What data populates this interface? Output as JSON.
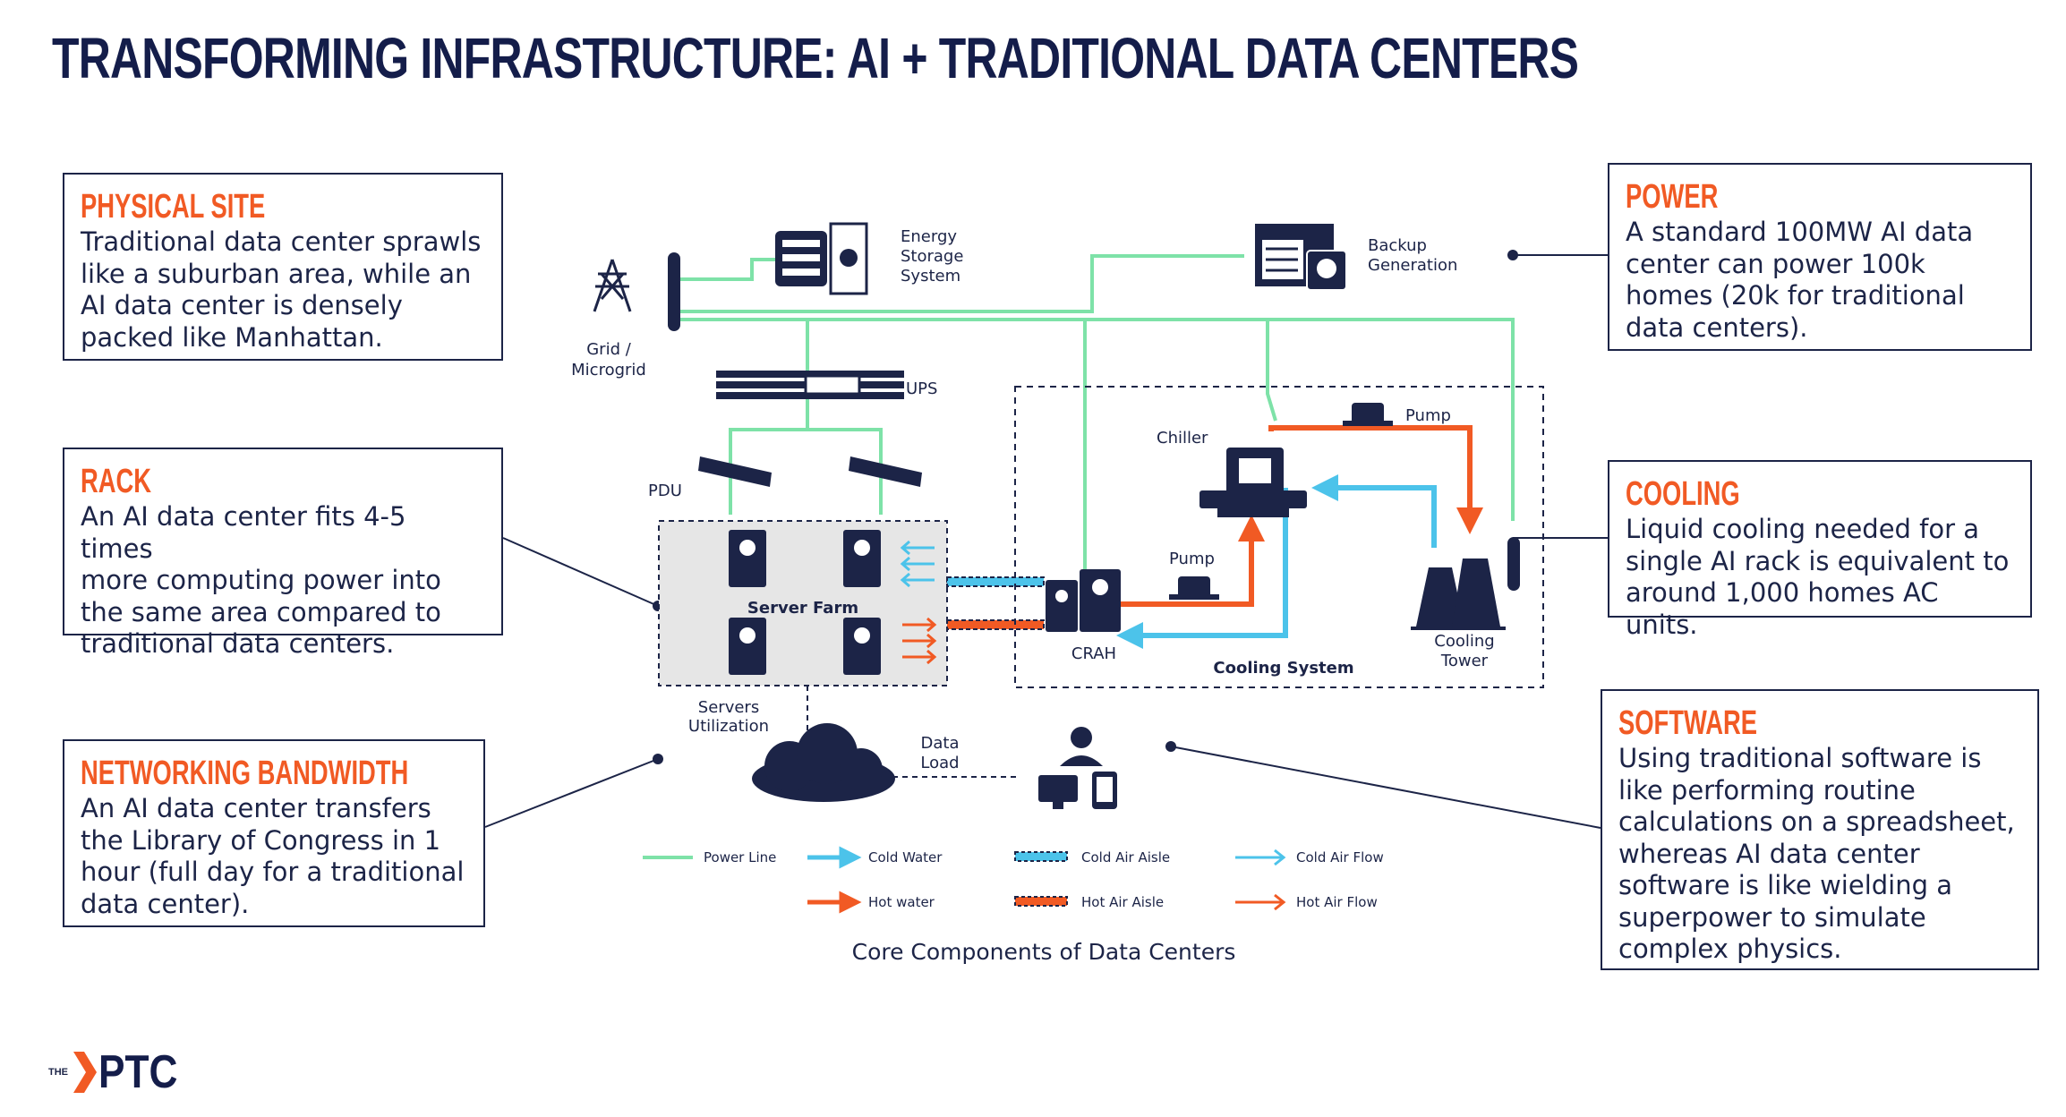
{
  "title": "TRANSFORMING INFRASTRUCTURE: AI + TRADITIONAL DATA CENTERS",
  "cards": {
    "physical": {
      "heading": "PHYSICAL SITE",
      "lines": [
        "Traditional data center sprawls",
        "like a suburban area, while an",
        "AI data center is densely",
        "packed like Manhattan."
      ]
    },
    "rack": {
      "heading": "RACK",
      "lines": [
        "An AI data center fits 4-5 times",
        "more computing power into",
        "the same area compared to",
        "traditional data centers."
      ]
    },
    "networking": {
      "heading": "NETWORKING BANDWIDTH",
      "lines": [
        "An AI data center transfers",
        "the Library of Congress in 1",
        "hour (full day for a traditional",
        "data center)."
      ]
    },
    "power": {
      "heading": "POWER",
      "lines": [
        "A standard 100MW AI data",
        "center can power 100k",
        "homes (20k for traditional",
        "data centers)."
      ]
    },
    "cooling": {
      "heading": "COOLING",
      "lines": [
        "Liquid cooling needed for a",
        "single AI rack is equivalent to",
        "around 1,000 homes AC units."
      ]
    },
    "software": {
      "heading": "SOFTWARE",
      "lines": [
        "Using traditional software is",
        "like performing routine",
        "calculations on a spreadsheet,",
        "whereas AI data center",
        "software is like wielding a",
        "superpower to simulate",
        "complex physics."
      ]
    }
  },
  "diagram": {
    "grid": [
      "Grid /",
      "Microgrid"
    ],
    "energy_storage": [
      "Energy",
      "Storage",
      "System"
    ],
    "backup": [
      "Backup",
      "Generation"
    ],
    "ups": "UPS",
    "pdu": "PDU",
    "server_farm": "Server Farm",
    "servers_util": [
      "Servers",
      "Utilization"
    ],
    "data_load": [
      "Data",
      "Load"
    ],
    "chiller": "Chiller",
    "pump_top": "Pump",
    "pump_left": "Pump",
    "crah": "CRAH",
    "cooling_tower": [
      "Cooling",
      "Tower"
    ],
    "cooling_system": "Cooling System",
    "caption": "Core Components of Data Centers"
  },
  "legend": [
    {
      "label": "Power Line",
      "style": "power"
    },
    {
      "label": "Cold Water",
      "style": "cold-arrow"
    },
    {
      "label": "Cold Air Aisle",
      "style": "cold-aisle"
    },
    {
      "label": "Cold Air Flow",
      "style": "cold-flow"
    },
    {
      "label": "Hot water",
      "style": "hot-arrow"
    },
    {
      "label": "Hot Air Aisle",
      "style": "hot-aisle"
    },
    {
      "label": "Hot Air Flow",
      "style": "hot-flow"
    }
  ],
  "colors": {
    "navy": "#1c2447",
    "orange": "#f15a24",
    "green": "#7ee2a8",
    "blue": "#4cc3ea"
  },
  "logo": {
    "prefix": "THE",
    "name": "PTC"
  }
}
